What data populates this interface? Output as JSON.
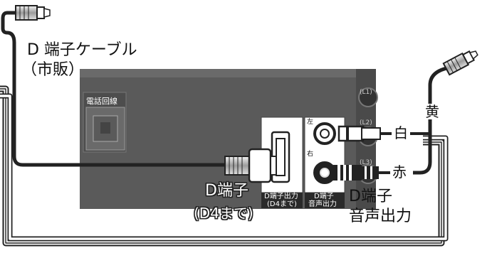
{
  "labels": {
    "cable_line1": "D 端子ケーブル",
    "cable_line2": "（市販）",
    "phone_jack": "電話回線",
    "l1": "(L1)",
    "l2": "(L2)",
    "l3": "(L3)",
    "yellow": "黄",
    "white": "白",
    "red": "赤",
    "left": "左",
    "right": "右",
    "d_terminal_callout_line1": "D端子",
    "d_terminal_callout_line2": "(D4まで)",
    "d_out_tag_line1": "D端子出力",
    "d_out_tag_line2": "(D4まで)",
    "audio_tag_line1": "D端子",
    "audio_tag_line2": "音声出力",
    "audio_callout_line1": "D端子",
    "audio_callout_line2": "音声出力"
  },
  "colors": {
    "panel": "#5a5a5a",
    "panel_dark": "#3e3e3e",
    "cable": "#222222",
    "plug_body": "#b8b8b8"
  },
  "icons": {
    "phone_jack": "phone-jack-icon",
    "rca_jack": "rca-jack-icon",
    "d_connector": "d-terminal-connector-icon"
  }
}
